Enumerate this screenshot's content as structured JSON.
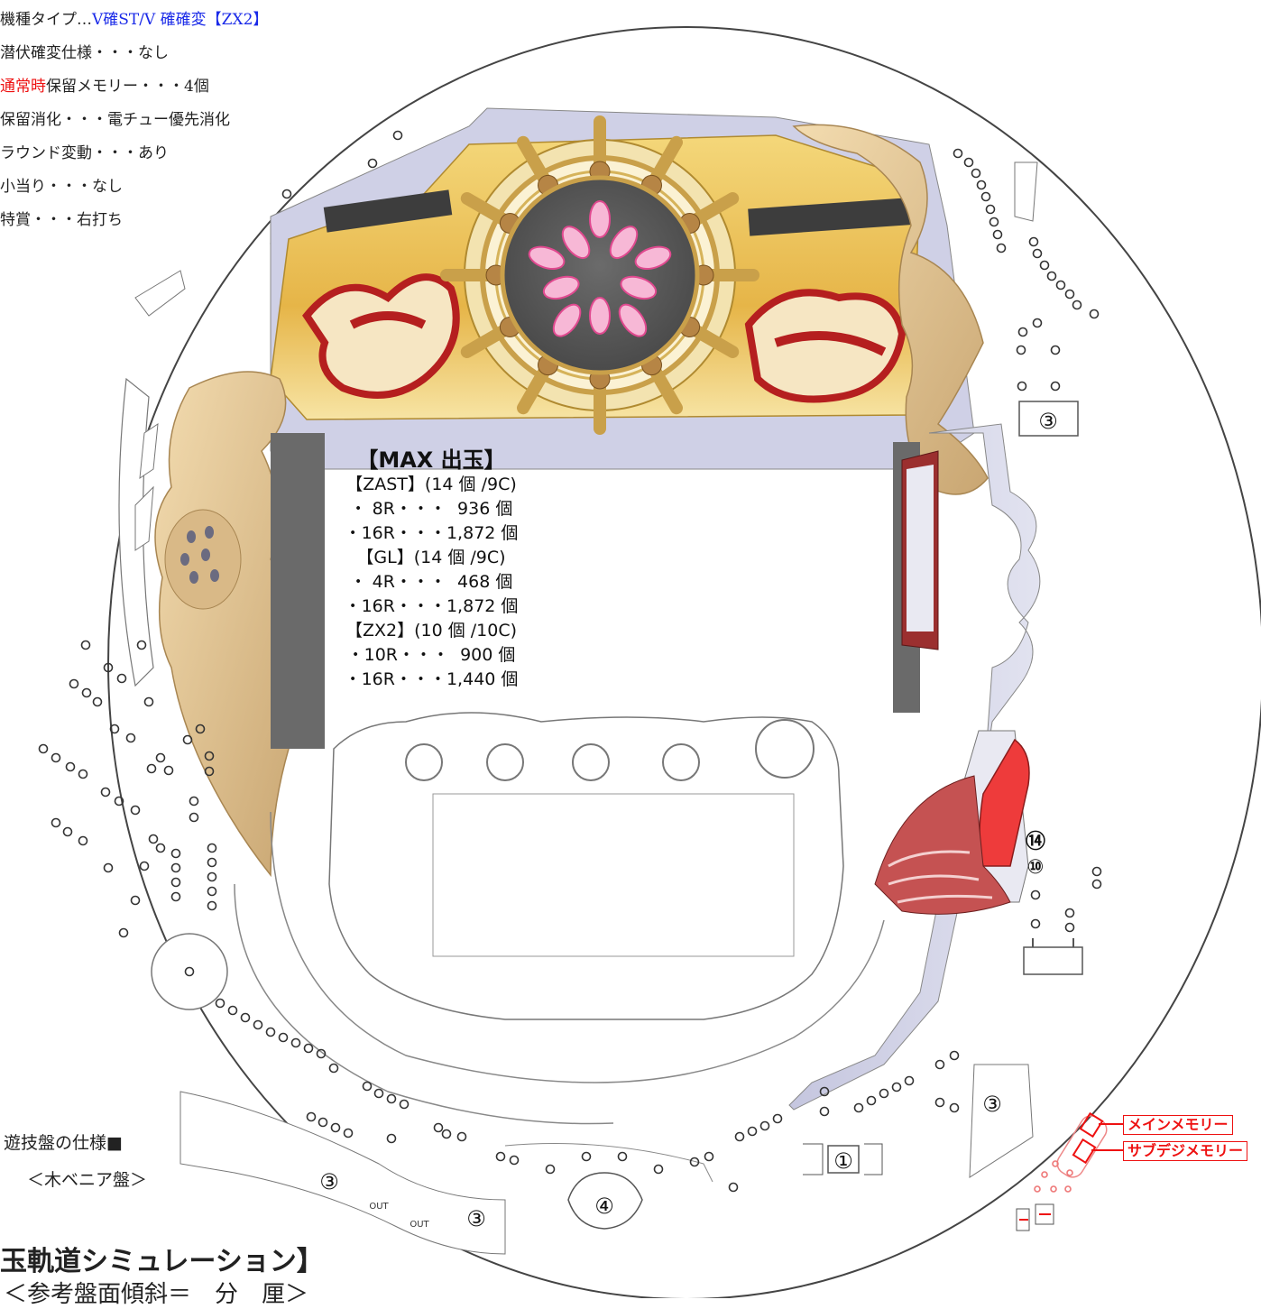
{
  "spec": {
    "type_label": "機種タイプ…",
    "type_value": "V確ST/V 確確変【ZX2】",
    "latent": "潜伏確変仕様・・・なし",
    "hold_prefix": "通常時",
    "hold_rest": "保留メモリー・・・4個",
    "digest": "保留消化・・・電チュー優先消化",
    "round_change": "ラウンド変動・・・あり",
    "small_hit": "小当り・・・なし",
    "special": "特賞・・・右打ち"
  },
  "max": {
    "title": "【MAX 出玉】",
    "lines": [
      "【ZAST】(14 個 /9C)",
      "・ 8R・・・  936 個",
      "・16R・・・1,872 個",
      "【GL】(14 個 /9C)",
      "・ 4R・・・  468 個",
      "・16R・・・1,872 個",
      "【ZX2】(10 個 /10C)",
      "・10R・・・  900 個",
      "・16R・・・1,440 個"
    ]
  },
  "markers": {
    "circled_3": "③",
    "circled_1": "①",
    "circled_4": "④",
    "circled_14": "⑭",
    "circled_10": "⑩",
    "out": "OUT"
  },
  "legend": {
    "main_memory": "メインメモリー",
    "sub_digit_memory": "サブデジメモリー"
  },
  "footer": {
    "board_spec": "遊技盤の仕様■",
    "board_type": "＜木ベニア盤＞",
    "simulation": "玉軌道シミュレーション】",
    "tilt": "＜参考盤面傾斜＝　分　厘＞"
  },
  "colors": {
    "board_outline": "#444444",
    "rail_fill": "#cfd0e6",
    "gold": "#e8c15a",
    "red_attacker": "#ee3b3b",
    "legend_red": "#ee1111",
    "spec_blue": "#1a2ae8"
  }
}
